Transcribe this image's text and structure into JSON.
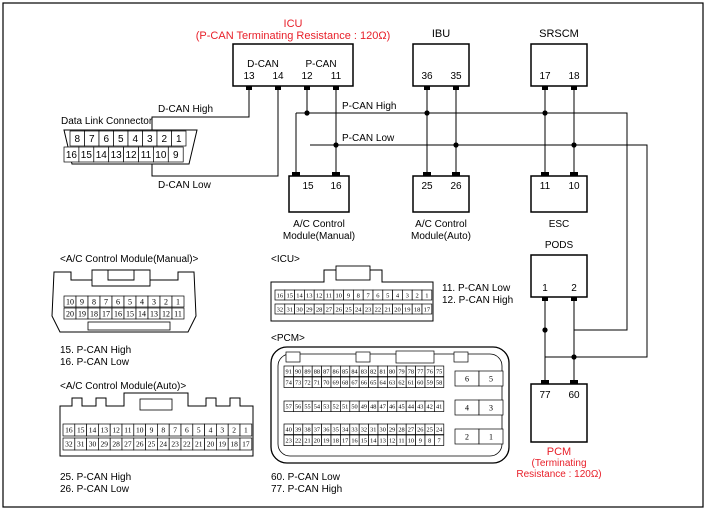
{
  "colors": {
    "wire": "#000000",
    "accent_red": "#e8202a",
    "background": "#ffffff"
  },
  "modules": {
    "icu": {
      "title": "ICU",
      "subtitle": "(P-CAN Terminating Resistance : 120Ω)",
      "group_dcan": "D-CAN",
      "group_pcan": "P-CAN",
      "pins": [
        "13",
        "14",
        "12",
        "11"
      ]
    },
    "ibu": {
      "title": "IBU",
      "pins": [
        "36",
        "35"
      ]
    },
    "srscm": {
      "title": "SRSCM",
      "pins": [
        "17",
        "18"
      ]
    },
    "ac_manual": {
      "label_1": "A/C Control",
      "label_2": "Module(Manual)",
      "pins": [
        "15",
        "16"
      ]
    },
    "ac_auto": {
      "label_1": "A/C Control",
      "label_2": "Module(Auto)",
      "pins": [
        "25",
        "26"
      ]
    },
    "esc": {
      "title": "ESC",
      "pins": [
        "11",
        "10"
      ]
    },
    "pods": {
      "title": "PODS",
      "pins": [
        "1",
        "2"
      ]
    },
    "pcm": {
      "title": "PCM",
      "subtitle_1": "(Terminating",
      "subtitle_2": "Resistance : 120Ω)",
      "pins": [
        "77",
        "60"
      ]
    }
  },
  "wires": {
    "dcan_high": "D-CAN High",
    "dcan_low": "D-CAN Low",
    "pcan_high": "P-CAN High",
    "pcan_low": "P-CAN Low"
  },
  "dlc": {
    "title": "Data Link Connector",
    "top_row": [
      "8",
      "7",
      "6",
      "5",
      "4",
      "3",
      "2",
      "1"
    ],
    "bottom_row": [
      "16",
      "15",
      "14",
      "13",
      "12",
      "11",
      "10",
      "9"
    ]
  },
  "connectors": {
    "ac_manual": {
      "title": "<A/C Control Module(Manual)>",
      "top_row": [
        "10",
        "9",
        "8",
        "7",
        "6",
        "5",
        "4",
        "3",
        "2",
        "1"
      ],
      "bottom_row": [
        "20",
        "19",
        "18",
        "17",
        "16",
        "15",
        "14",
        "13",
        "12",
        "11"
      ],
      "notes": [
        "15. P-CAN High",
        "16. P-CAN Low"
      ]
    },
    "ac_auto": {
      "title": "<A/C Control Module(Auto)>",
      "top_row": [
        "16",
        "15",
        "14",
        "13",
        "12",
        "11",
        "10",
        "9",
        "8",
        "7",
        "6",
        "5",
        "4",
        "3",
        "2",
        "1"
      ],
      "bottom_row": [
        "32",
        "31",
        "30",
        "29",
        "28",
        "27",
        "26",
        "25",
        "24",
        "23",
        "22",
        "21",
        "20",
        "19",
        "18",
        "17"
      ],
      "notes": [
        "25. P-CAN High",
        "26. P-CAN Low"
      ]
    },
    "icu": {
      "title": "<ICU>",
      "top_row": [
        "16",
        "15",
        "14",
        "13",
        "12",
        "11",
        "10",
        "9",
        "8",
        "7",
        "6",
        "5",
        "4",
        "3",
        "2",
        "1"
      ],
      "bottom_row": [
        "32",
        "31",
        "30",
        "29",
        "28",
        "27",
        "26",
        "25",
        "24",
        "23",
        "22",
        "21",
        "20",
        "19",
        "18",
        "17"
      ],
      "notes": [
        "11. P-CAN Low",
        "12. P-CAN High"
      ]
    },
    "pcm": {
      "title": "<PCM>",
      "rows": [
        [
          "91",
          "90",
          "89",
          "88",
          "87",
          "86",
          "85",
          "84",
          "83",
          "82",
          "81",
          "80",
          "79",
          "78",
          "77",
          "76",
          "75"
        ],
        [
          "74",
          "73",
          "72",
          "71",
          "70",
          "69",
          "68",
          "67",
          "66",
          "65",
          "64",
          "63",
          "62",
          "61",
          "60",
          "59",
          "58"
        ],
        [
          "57",
          "56",
          "55",
          "54",
          "53",
          "52",
          "51",
          "50",
          "49",
          "48",
          "47",
          "46",
          "45",
          "44",
          "43",
          "42",
          "41"
        ],
        [
          "40",
          "39",
          "38",
          "37",
          "36",
          "35",
          "34",
          "33",
          "32",
          "31",
          "30",
          "29",
          "28",
          "27",
          "26",
          "25",
          "24"
        ],
        [
          "23",
          "22",
          "21",
          "20",
          "19",
          "18",
          "17",
          "16",
          "15",
          "14",
          "13",
          "12",
          "11",
          "10",
          "9",
          "8",
          "7"
        ]
      ],
      "side_pins": [
        [
          "6",
          "5"
        ],
        [
          "4",
          "3"
        ],
        [
          "2",
          "1"
        ]
      ],
      "notes": [
        "60. P-CAN Low",
        "77. P-CAN High"
      ]
    }
  }
}
